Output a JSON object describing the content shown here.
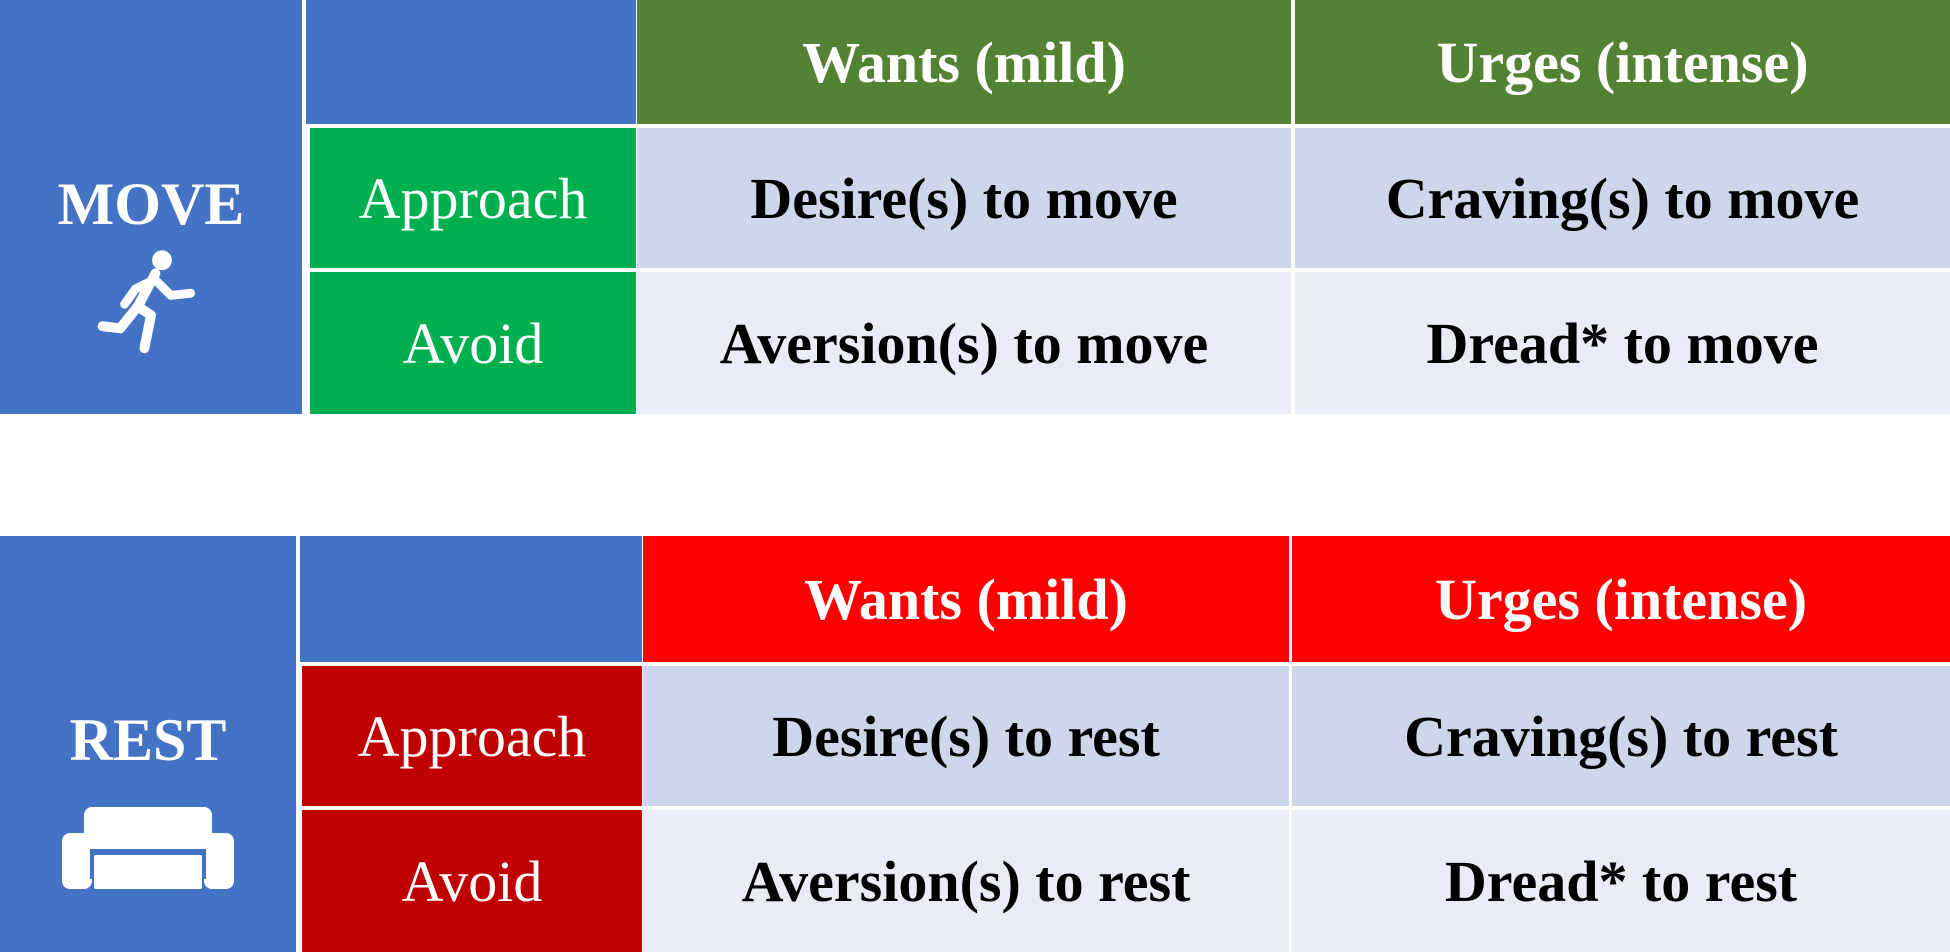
{
  "colors": {
    "panel_blue": "#4472C4",
    "move_header_green": "#548235",
    "move_rowlabel_green": "#00B050",
    "rest_header_red": "#FF0000",
    "rest_rowlabel_red": "#C00000",
    "cell_row1": "#CFD5EA",
    "cell_row2": "#E9EBF5"
  },
  "blocks": [
    {
      "category": "MOVE",
      "icon": "running-person-icon",
      "columns": [
        "Wants (mild)",
        "Urges (intense)"
      ],
      "rows": [
        {
          "label": "Approach",
          "cells": [
            "Desire(s) to move",
            "Craving(s) to move"
          ]
        },
        {
          "label": "Avoid",
          "cells": [
            "Aversion(s) to move",
            "Dread* to move"
          ]
        }
      ]
    },
    {
      "category": "REST",
      "icon": "couch-icon",
      "columns": [
        "Wants (mild)",
        "Urges (intense)"
      ],
      "rows": [
        {
          "label": "Approach",
          "cells": [
            "Desire(s) to rest",
            "Craving(s) to rest"
          ]
        },
        {
          "label": "Avoid",
          "cells": [
            "Aversion(s) to rest",
            "Dread* to rest"
          ]
        }
      ]
    }
  ]
}
